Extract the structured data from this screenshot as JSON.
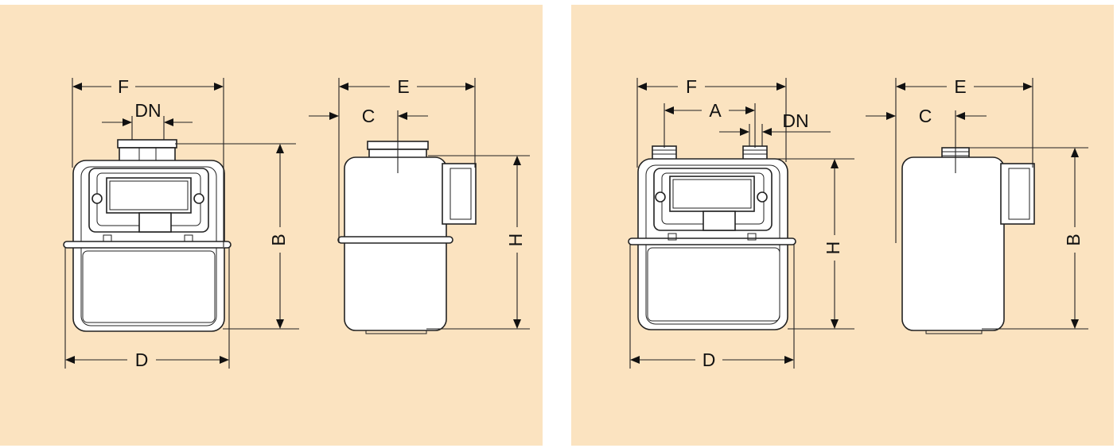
{
  "background_color": "#fbe3c0",
  "left_panel": {
    "labels": {
      "F": "F",
      "DN": "DN",
      "B": "B",
      "D": "D",
      "E": "E",
      "C": "C",
      "H": "H"
    }
  },
  "right_panel": {
    "labels": {
      "F": "F",
      "A": "A",
      "DN": "DN",
      "H": "H",
      "D": "D",
      "E": "E",
      "C": "C",
      "B": "B"
    }
  }
}
